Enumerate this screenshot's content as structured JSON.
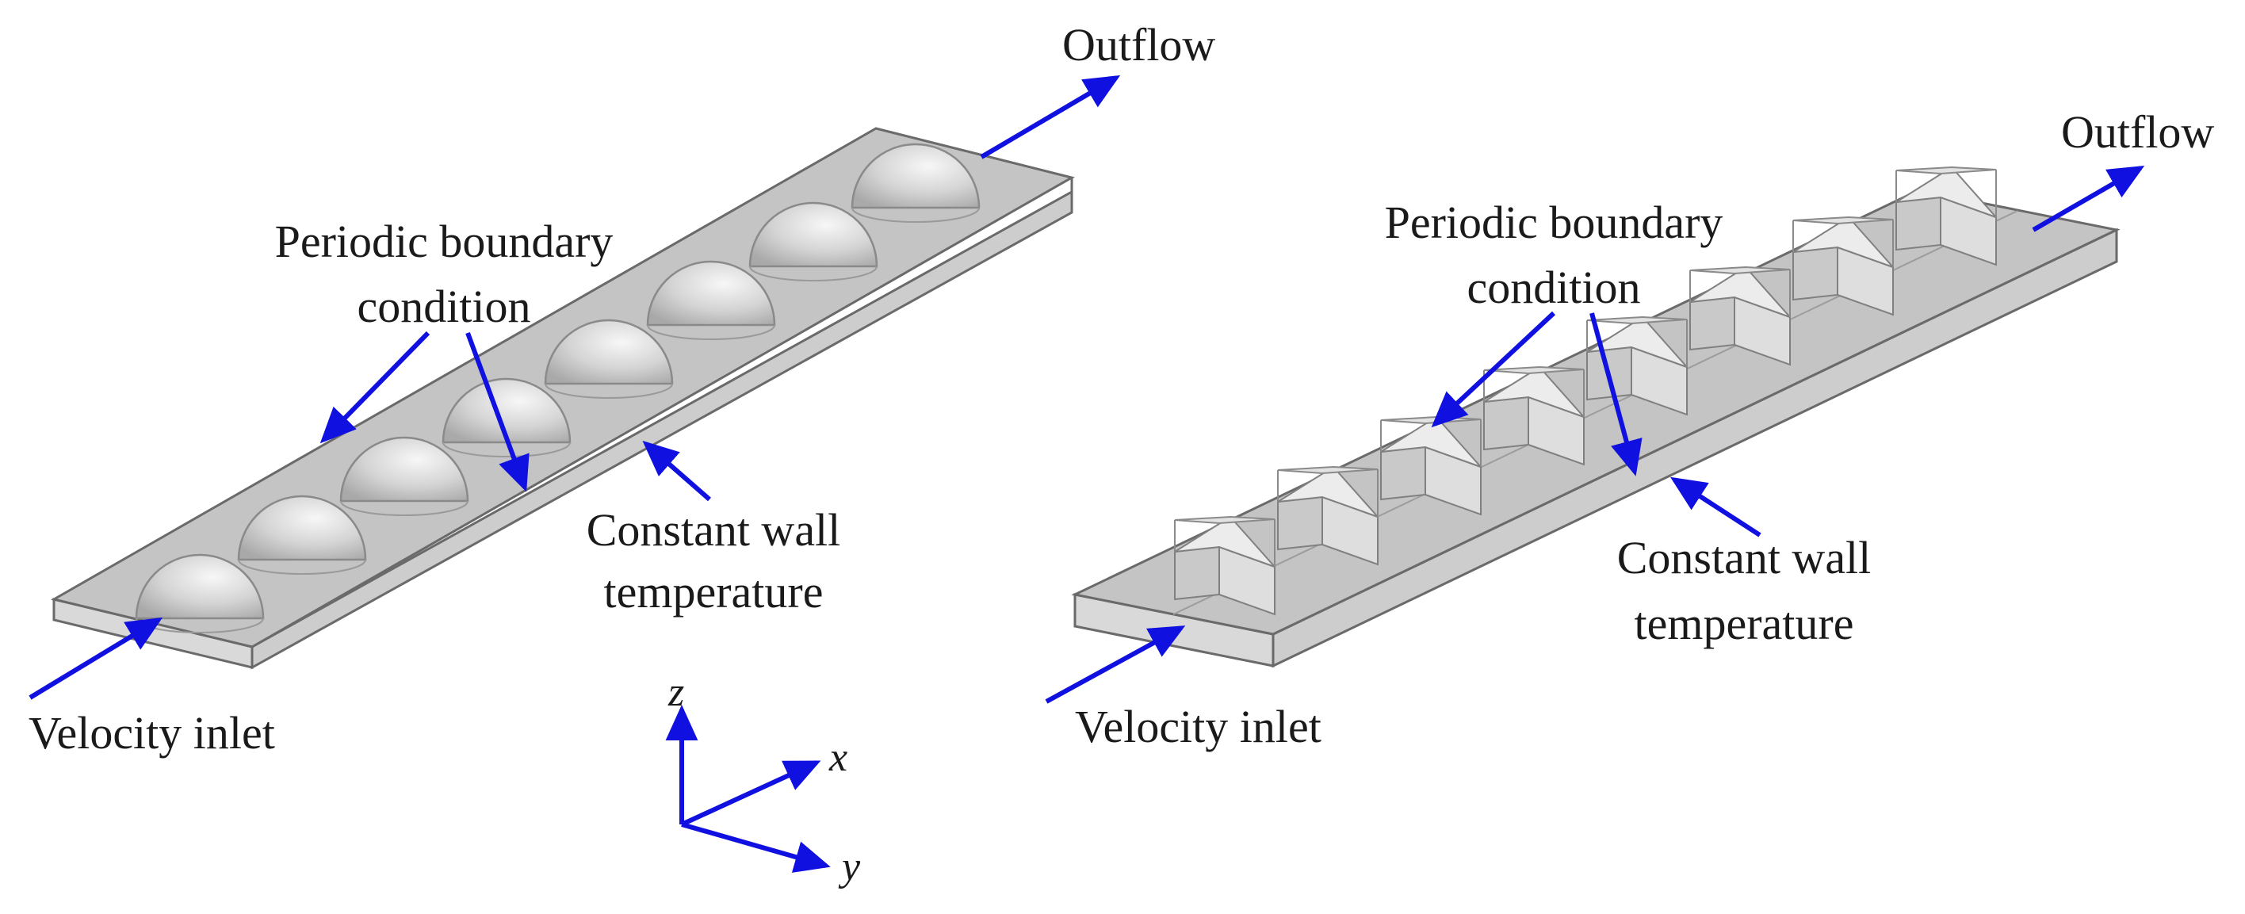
{
  "left_figure": {
    "outflow": "Outflow",
    "periodic_line1": "Periodic boundary",
    "periodic_line2": "condition",
    "wall_line1": "Constant wall",
    "wall_line2": "temperature",
    "inlet": "Velocity inlet"
  },
  "right_figure": {
    "outflow": "Outflow",
    "periodic_line1": "Periodic boundary",
    "periodic_line2": "condition",
    "wall_line1": "Constant wall",
    "wall_line2": "temperature",
    "inlet": "Velocity inlet"
  },
  "axes": {
    "z": "z",
    "x": "x",
    "y": "y"
  },
  "colors": {
    "arrow": "#1010e0",
    "plate": "#c4c4c4",
    "plate_side": "#d8d8d8",
    "edge": "#6a6a6a",
    "label": "#1a1a1a"
  }
}
